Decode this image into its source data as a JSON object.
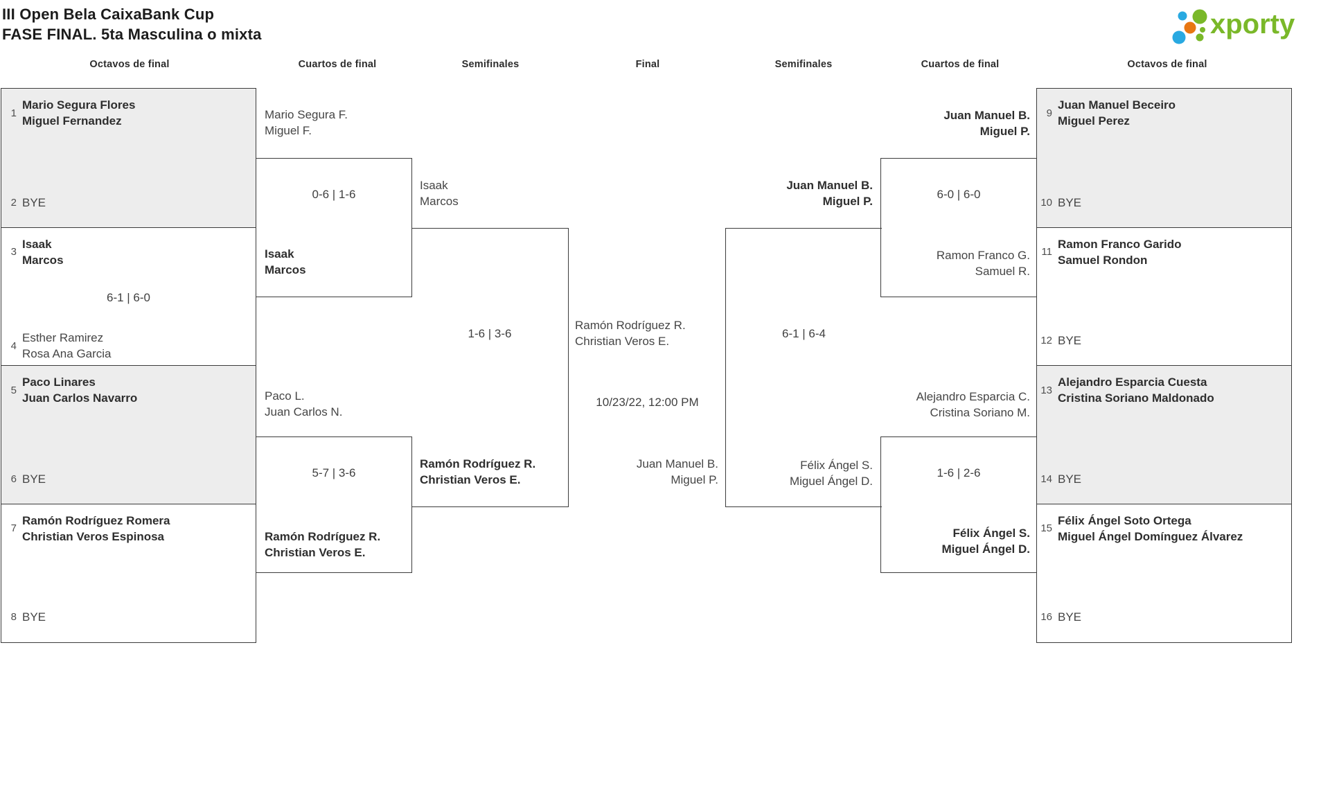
{
  "title": {
    "line1": "III Open Bela CaixaBank Cup",
    "line2": "FASE FINAL. 5ta Masculina o mixta"
  },
  "logo": {
    "text": "xporty"
  },
  "colors": {
    "brand_green": "#7ab829",
    "brand_blue": "#29a9e1",
    "brand_orange": "#e87712",
    "line": "#3b3b3b",
    "shaded_box": "#ededed"
  },
  "round_headers": {
    "l_octavos": "Octavos de final",
    "l_cuartos": "Cuartos de final",
    "l_semis": "Semifinales",
    "final": "Final",
    "r_semis": "Semifinales",
    "r_cuartos": "Cuartos de final",
    "r_octavos": "Octavos de final"
  },
  "octavos": [
    {
      "seed_top": "1",
      "team_top": [
        "Mario Segura Flores",
        "Miguel Fernandez"
      ],
      "seed_bottom": "2",
      "team_bottom": [
        "BYE"
      ]
    },
    {
      "seed_top": "3",
      "team_top": [
        "Isaak",
        "Marcos"
      ],
      "score": "6-1 | 6-0",
      "seed_bottom": "4",
      "team_bottom": [
        "Esther Ramirez",
        "Rosa Ana Garcia"
      ]
    },
    {
      "seed_top": "5",
      "team_top": [
        "Paco Linares",
        "Juan Carlos Navarro"
      ],
      "seed_bottom": "6",
      "team_bottom": [
        "BYE"
      ]
    },
    {
      "seed_top": "7",
      "team_top": [
        "Ramón Rodríguez Romera",
        "Christian Veros Espinosa"
      ],
      "seed_bottom": "8",
      "team_bottom": [
        "BYE"
      ]
    },
    {
      "seed_top": "9",
      "team_top": [
        "Juan Manuel Beceiro",
        "Miguel Perez"
      ],
      "seed_bottom": "10",
      "team_bottom": [
        "BYE"
      ]
    },
    {
      "seed_top": "11",
      "team_top": [
        "Ramon Franco Garido",
        "Samuel Rondon"
      ],
      "seed_bottom": "12",
      "team_bottom": [
        "BYE"
      ]
    },
    {
      "seed_top": "13",
      "team_top": [
        "Alejandro Esparcia Cuesta",
        "Cristina Soriano Maldonado"
      ],
      "seed_bottom": "14",
      "team_bottom": [
        "BYE"
      ]
    },
    {
      "seed_top": "15",
      "team_top": [
        "Félix Ángel Soto Ortega",
        "Miguel Ángel Domínguez Álvarez"
      ],
      "seed_bottom": "16",
      "team_bottom": [
        "BYE"
      ]
    }
  ],
  "cuartos": {
    "left1": {
      "score": "0-6 | 1-6",
      "team_top": [
        "Mario Segura F.",
        "Miguel F."
      ],
      "team_bottom": [
        "Isaak",
        "Marcos"
      ]
    },
    "left2": {
      "score": "5-7 | 3-6",
      "team_top": [
        "Paco L.",
        "Juan Carlos N."
      ],
      "team_bottom": [
        "Ramón Rodríguez R.",
        "Christian Veros E."
      ]
    },
    "right1": {
      "score": "6-0 | 6-0",
      "team_top": [
        "Juan Manuel B.",
        "Miguel P."
      ],
      "team_bottom": [
        "Ramon Franco G.",
        "Samuel R."
      ]
    },
    "right2": {
      "score": "1-6 | 2-6",
      "team_top": [
        "Alejandro Esparcia C.",
        "Cristina Soriano M."
      ],
      "team_bottom": [
        "Félix Ángel S.",
        "Miguel Ángel D."
      ]
    }
  },
  "semifinales": {
    "left": {
      "score": "1-6 | 3-6",
      "team_top": [
        "Isaak",
        "Marcos"
      ],
      "team_bottom": [
        "Ramón Rodríguez R.",
        "Christian Veros E."
      ]
    },
    "right": {
      "score": "6-1 | 6-4",
      "team_top": [
        "Juan Manuel B.",
        "Miguel P."
      ],
      "team_bottom": [
        "Félix Ángel S.",
        "Miguel Ángel D."
      ]
    }
  },
  "final": {
    "team_left": [
      "Ramón Rodríguez R.",
      "Christian Veros E."
    ],
    "date": "10/23/22, 12:00 PM",
    "team_right": [
      "Juan Manuel B.",
      "Miguel P."
    ]
  }
}
